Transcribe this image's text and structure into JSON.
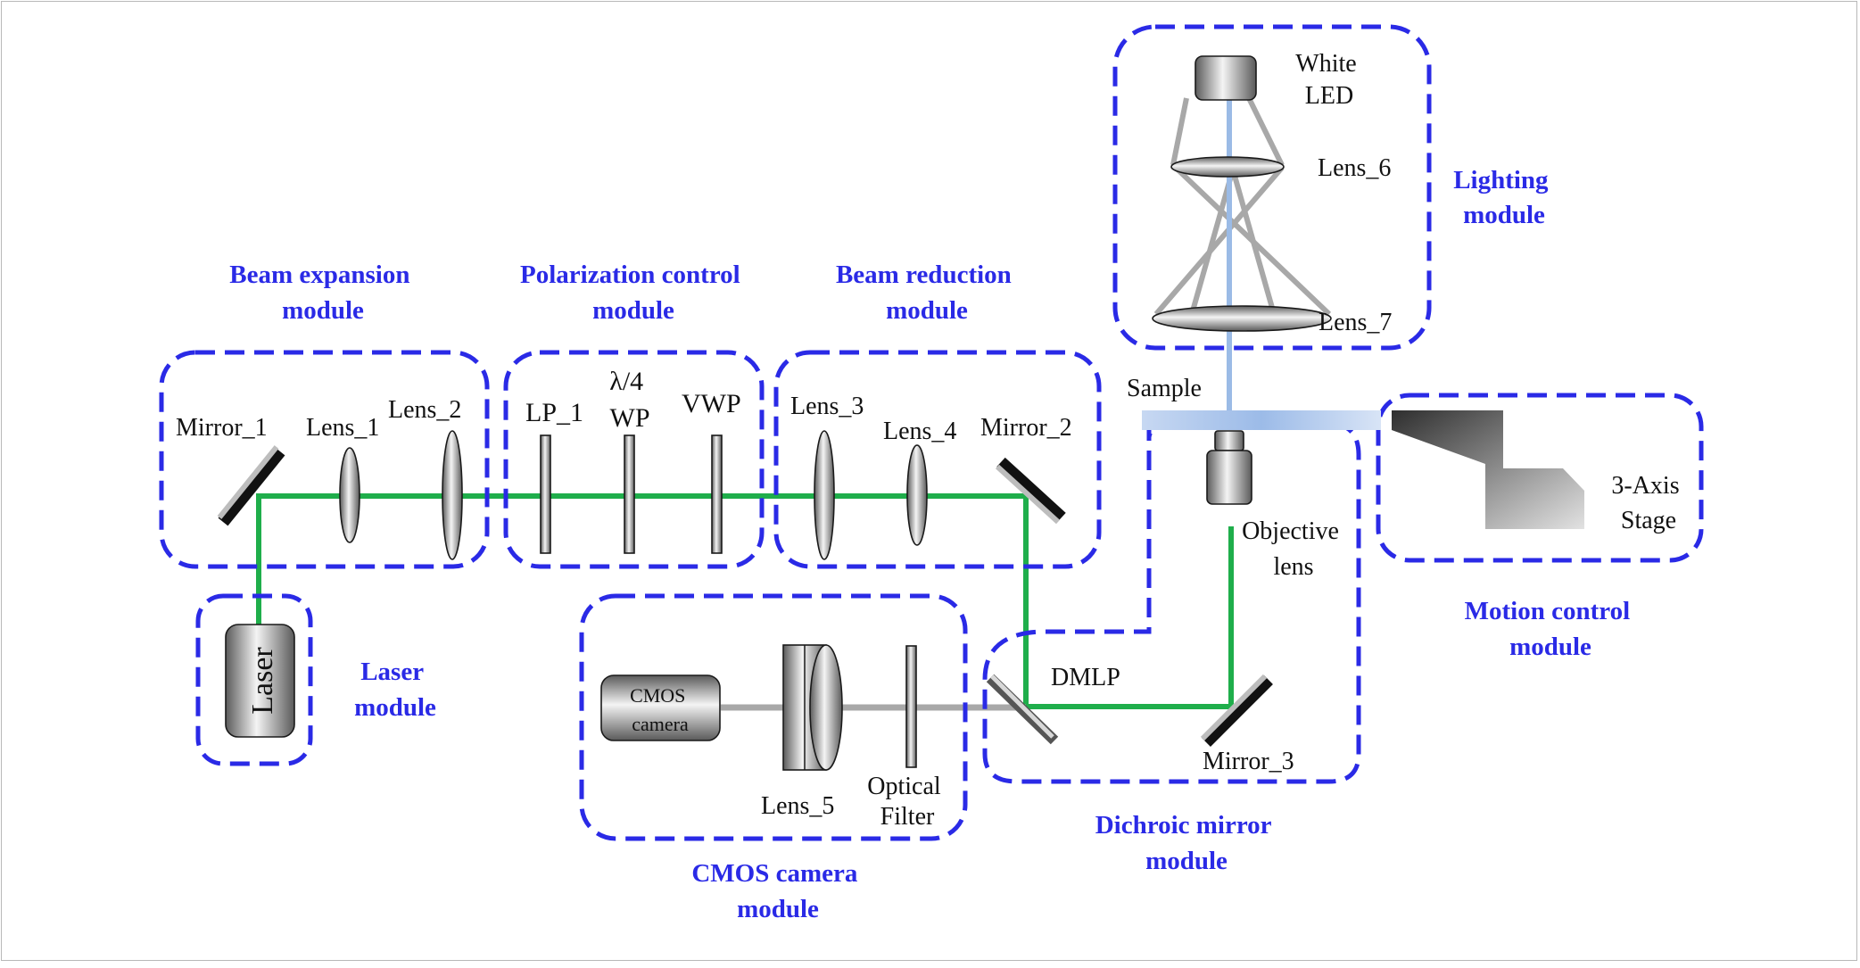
{
  "modules": {
    "beam_expansion": [
      "Beam expansion",
      "module"
    ],
    "polarization": [
      "Polarization control",
      "module"
    ],
    "beam_reduction": [
      "Beam reduction",
      "module"
    ],
    "lighting": [
      "Lighting",
      "module"
    ],
    "laser": [
      "Laser",
      "module"
    ],
    "cmos": [
      "CMOS camera",
      "module"
    ],
    "dichroic": [
      "Dichroic mirror",
      "module"
    ],
    "motion": [
      "Motion control",
      "module"
    ]
  },
  "components": {
    "mirror_1": "Mirror_1",
    "lens_1": "Lens_1",
    "lens_2": "Lens_2",
    "lp_1": "LP_1",
    "qwp": [
      "λ/4",
      "WP"
    ],
    "vwp": "VWP",
    "lens_3": "Lens_3",
    "lens_4": "Lens_4",
    "mirror_2": "Mirror_2",
    "white_led": [
      "White",
      "LED"
    ],
    "lens_6": "Lens_6",
    "lens_7": "Lens_7",
    "sample": "Sample",
    "stage": [
      "3-Axis",
      "Stage"
    ],
    "objective": [
      "Objective",
      "lens"
    ],
    "laser": "Laser",
    "cmos_camera": [
      "CMOS",
      "camera"
    ],
    "lens_5": "Lens_5",
    "optical_filter": [
      "Optical",
      "Filter"
    ],
    "dmlp": "DMLP",
    "mirror_3": "Mirror_3"
  },
  "colors": {
    "module_box": "#2a2ae6",
    "laser_beam": "#1fae4b",
    "imaging_path": "#a8a8a8",
    "led_beam": "#9bbbe6"
  }
}
